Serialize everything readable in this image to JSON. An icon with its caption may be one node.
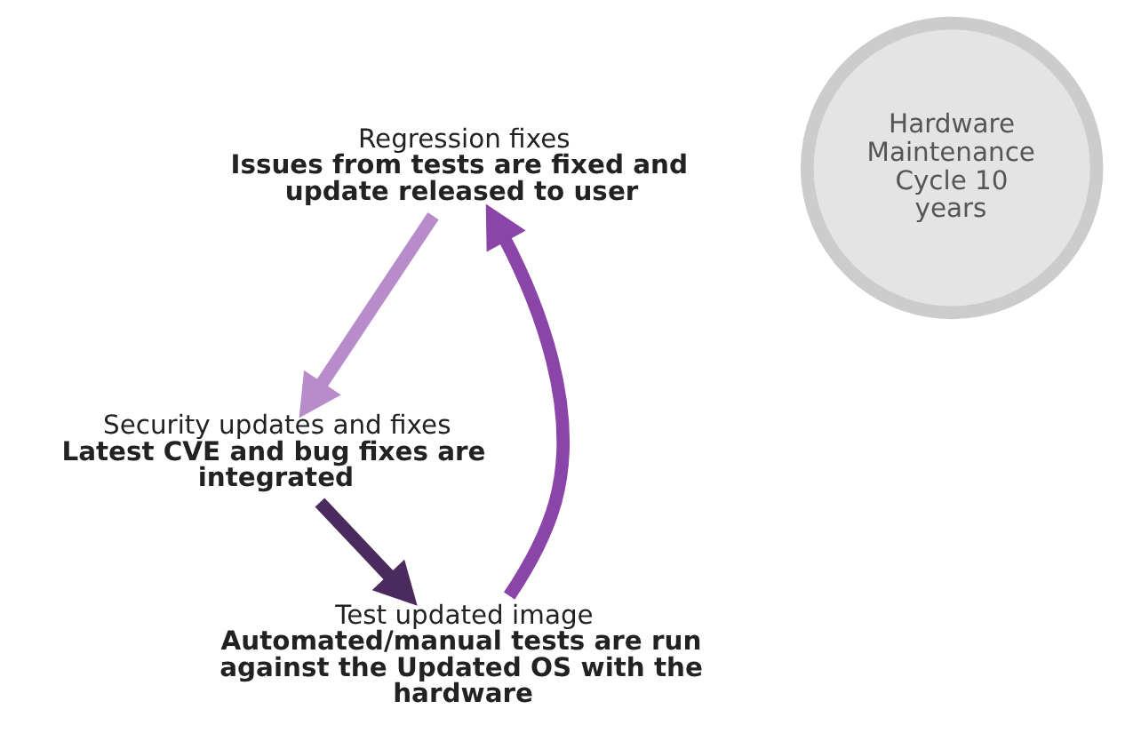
{
  "diagram": {
    "nodes": [
      {
        "text": [
          "Regression fixes",
          "Issues from tests are fixed and update released to user"
        ]
      },
      {
        "text": [
          "Security updates and fixes",
          "Latest CVE and bug fixes are integrated"
        ]
      },
      {
        "text": [
          "Test updated image",
          "Automated/manual tests are run against the Updated OS with the hardware"
        ]
      },
      {
        "text": [
          "Hardware Maintenance Cycle 10 years"
        ]
      }
    ],
    "edges": [
      {
        "from": 1,
        "to": 2,
        "arrow": "to",
        "color": "#4b2a5e"
      },
      {
        "from": 2,
        "to": 0,
        "arrow": "to",
        "color": "#8b44a8"
      },
      {
        "from": 0,
        "to": 1,
        "arrow": "to",
        "color": "#b88bcb"
      }
    ]
  }
}
